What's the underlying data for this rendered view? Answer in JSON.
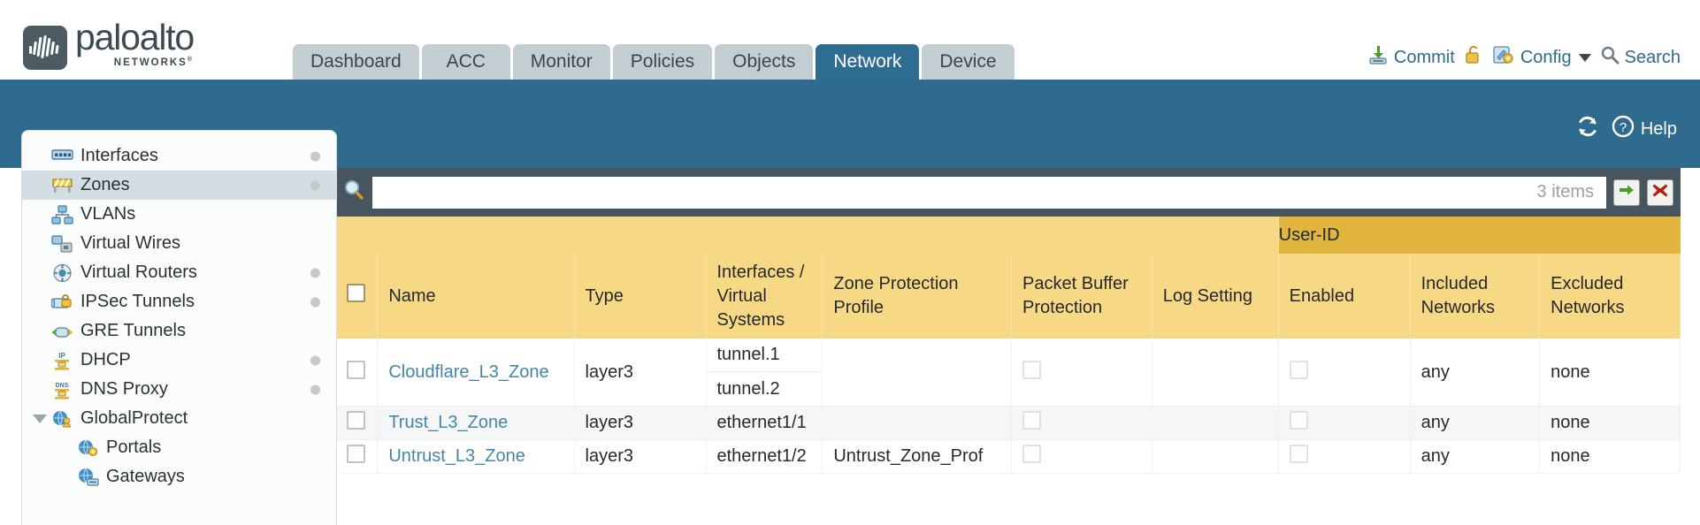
{
  "brand": {
    "name": "paloalto",
    "sub": "NETWORKS",
    "sup": "®"
  },
  "tabs": [
    {
      "label": "Dashboard",
      "active": false
    },
    {
      "label": "ACC",
      "active": false
    },
    {
      "label": "Monitor",
      "active": false
    },
    {
      "label": "Policies",
      "active": false
    },
    {
      "label": "Objects",
      "active": false
    },
    {
      "label": "Network",
      "active": true
    },
    {
      "label": "Device",
      "active": false
    }
  ],
  "header_actions": {
    "commit": "Commit",
    "config": "Config",
    "search": "Search"
  },
  "bluebar": {
    "help": "Help"
  },
  "sidebar": {
    "items": [
      {
        "label": "Interfaces",
        "icon": "interfaces-icon",
        "selected": false,
        "dot": true,
        "level": 1,
        "caret": false
      },
      {
        "label": "Zones",
        "icon": "zones-icon",
        "selected": true,
        "dot": true,
        "level": 1,
        "caret": false
      },
      {
        "label": "VLANs",
        "icon": "vlans-icon",
        "selected": false,
        "dot": false,
        "level": 1,
        "caret": false
      },
      {
        "label": "Virtual Wires",
        "icon": "virtual-wires-icon",
        "selected": false,
        "dot": false,
        "level": 1,
        "caret": false
      },
      {
        "label": "Virtual Routers",
        "icon": "virtual-routers-icon",
        "selected": false,
        "dot": true,
        "level": 1,
        "caret": false
      },
      {
        "label": "IPSec Tunnels",
        "icon": "ipsec-tunnels-icon",
        "selected": false,
        "dot": true,
        "level": 1,
        "caret": false
      },
      {
        "label": "GRE Tunnels",
        "icon": "gre-tunnels-icon",
        "selected": false,
        "dot": false,
        "level": 1,
        "caret": false
      },
      {
        "label": "DHCP",
        "icon": "dhcp-icon",
        "selected": false,
        "dot": true,
        "level": 1,
        "caret": false
      },
      {
        "label": "DNS Proxy",
        "icon": "dns-proxy-icon",
        "selected": false,
        "dot": true,
        "level": 1,
        "caret": false
      },
      {
        "label": "GlobalProtect",
        "icon": "globalprotect-icon",
        "selected": false,
        "dot": false,
        "level": 1,
        "caret": true
      },
      {
        "label": "Portals",
        "icon": "portals-icon",
        "selected": false,
        "dot": false,
        "level": 2,
        "caret": false
      },
      {
        "label": "Gateways",
        "icon": "gateways-icon",
        "selected": false,
        "dot": false,
        "level": 2,
        "caret": false
      }
    ]
  },
  "filter": {
    "value": "",
    "placeholder": "",
    "items_count": "3 items",
    "apply_icon": "green-arrow-icon",
    "clear_icon": "red-x-icon"
  },
  "table": {
    "group_header": "User-ID",
    "columns": [
      "Name",
      "Type",
      "Interfaces / Virtual Systems",
      "Zone Protection Profile",
      "Packet Buffer Protection",
      "Log Setting",
      "Enabled",
      "Included Networks",
      "Excluded Networks"
    ],
    "rows": [
      {
        "selected": false,
        "name": "Cloudflare_L3_Zone",
        "type": "layer3",
        "interfaces": [
          "tunnel.1",
          "tunnel.2"
        ],
        "zone_protection_profile": "",
        "packet_buffer_protection": false,
        "log_setting": "",
        "userid_enabled": false,
        "included_networks": "any",
        "excluded_networks": "none"
      },
      {
        "selected": false,
        "name": "Trust_L3_Zone",
        "type": "layer3",
        "interfaces": [
          "ethernet1/1"
        ],
        "zone_protection_profile": "",
        "packet_buffer_protection": false,
        "log_setting": "",
        "userid_enabled": false,
        "included_networks": "any",
        "excluded_networks": "none"
      },
      {
        "selected": false,
        "name": "Untrust_L3_Zone",
        "type": "layer3",
        "interfaces": [
          "ethernet1/2"
        ],
        "zone_protection_profile": "Untrust_Zone_Prof",
        "packet_buffer_protection": false,
        "log_setting": "",
        "userid_enabled": false,
        "included_networks": "any",
        "excluded_networks": "none"
      }
    ]
  },
  "colors": {
    "brand_blue": "#2f6b8e",
    "tab_inactive": "#c3ced2",
    "header_yellow": "#f7d884",
    "group_yellow": "#e2b53f",
    "filter_dark": "#47565e",
    "link_blue": "#4586a8"
  }
}
